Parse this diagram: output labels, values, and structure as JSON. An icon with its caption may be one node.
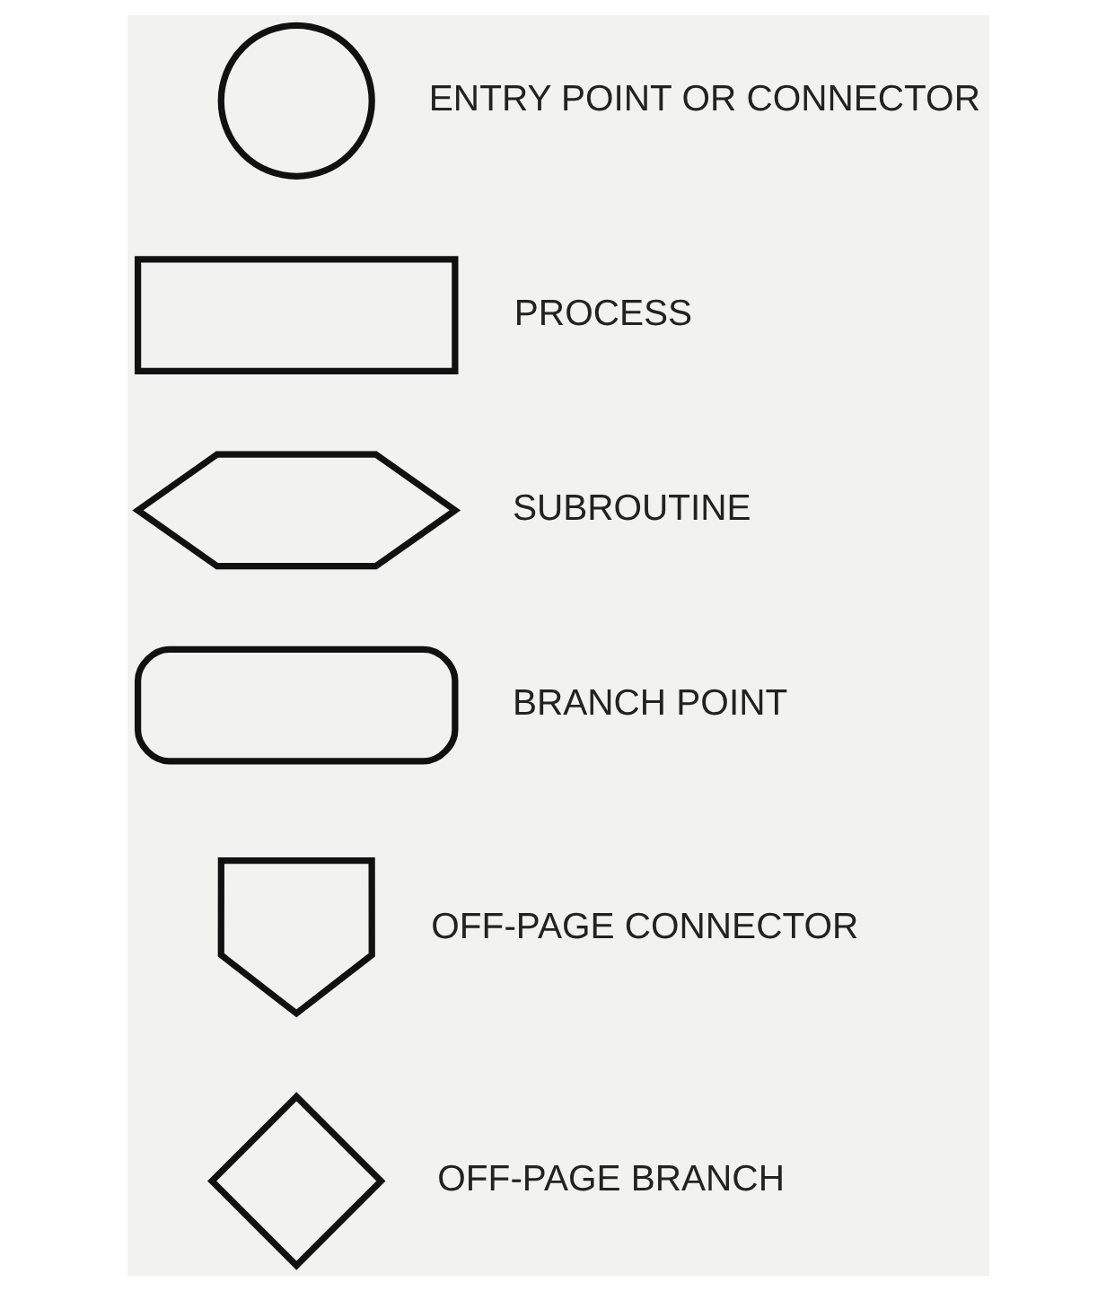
{
  "diagram": {
    "nodes": [
      {
        "text": [],
        "shape": "circle",
        "beside": [
          "ENTRY POINT OR CONNECTOR"
        ]
      },
      {
        "text": [],
        "shape": "box",
        "beside": [
          "PROCESS"
        ]
      },
      {
        "text": [],
        "shape": "hexagon",
        "beside": [
          "SUBROUTINE"
        ]
      },
      {
        "text": [],
        "shape": "stadium",
        "beside": [
          "BRANCH POINT"
        ]
      },
      {
        "text": [],
        "shape": "pentagon",
        "beside": [
          "OFF-PAGE CONNECTOR"
        ]
      },
      {
        "text": [],
        "shape": "diamond",
        "beside": [
          "OFF-PAGE BRANCH"
        ]
      }
    ]
  }
}
